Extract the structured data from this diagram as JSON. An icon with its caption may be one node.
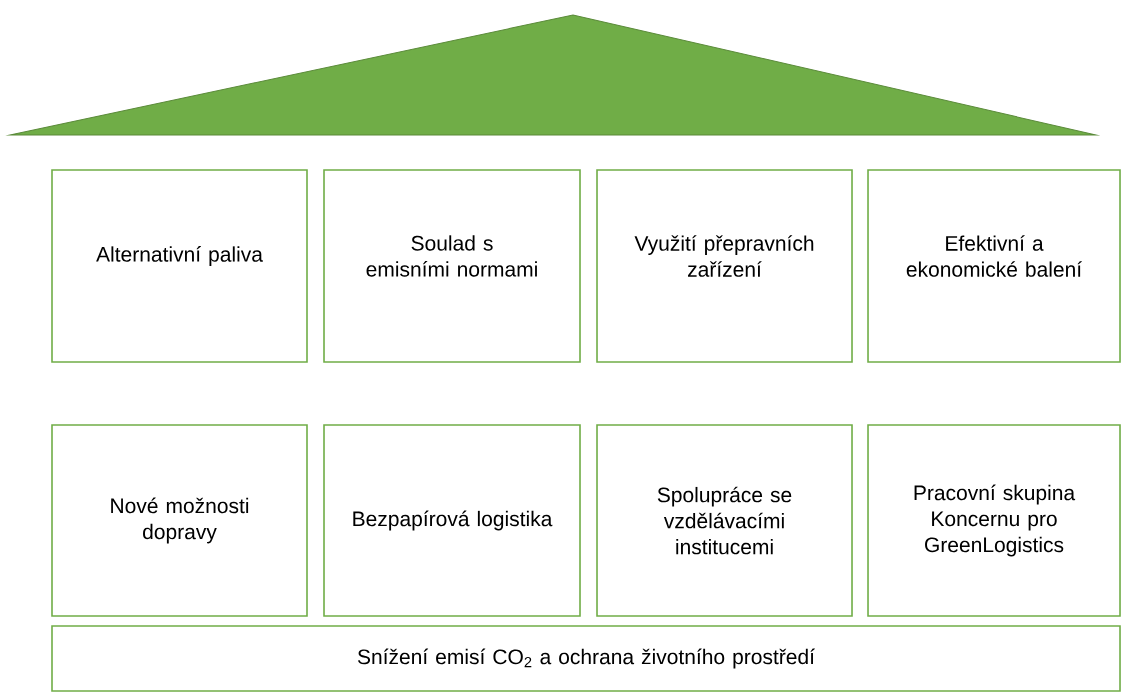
{
  "diagram": {
    "nodes": [
      {
        "text": [
          "Alternativní paliva"
        ]
      },
      {
        "text": [
          "Soulad s emisními normami"
        ]
      },
      {
        "text": [
          "Využití přepravních zařízení"
        ]
      },
      {
        "text": [
          "Efektivní a ekonomické balení"
        ]
      },
      {
        "text": [
          "Nové možnosti dopravy"
        ]
      },
      {
        "text": [
          "Bezpapírová logistika"
        ]
      },
      {
        "text": [
          "Spolupráce se vzdělávacími institucemi"
        ]
      },
      {
        "text": [
          "Pracovní skupina Koncernu pro GreenLogistics"
        ]
      },
      {
        "text": [
          "Snížení emisí CO$_{2}$ a ochrana životního prostředí"
        ]
      }
    ]
  }
}
